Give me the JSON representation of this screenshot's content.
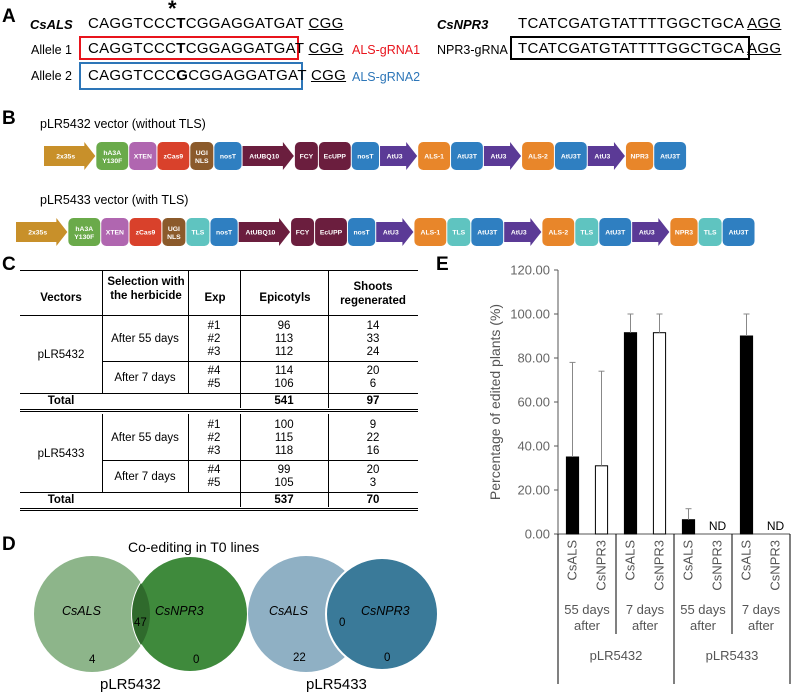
{
  "panels": {
    "A": "A",
    "B": "B",
    "C": "C",
    "D": "D",
    "E": "E"
  },
  "panelA": {
    "asterisk": "*",
    "csals_label": "CsALS",
    "csals_seq_pre": "CAGGTCCC",
    "csals_seq_bold": "T",
    "csals_seq_post": "CGGAGGATGAT",
    "csals_pam": "CGG",
    "allele1_label": "Allele 1",
    "allele1_pre": "CAGGTCCC",
    "allele1_bold": "T",
    "allele1_post": "CGGAGGATGAT",
    "allele1_pam": "CGG",
    "allele1_grna": "ALS-gRNA1",
    "allele2_label": "Allele 2",
    "allele2_pre": "CAGGTCCC",
    "allele2_bold": "G",
    "allele2_post": "CGGAGGATGAT",
    "allele2_pam": "CGG",
    "allele2_grna": "ALS-gRNA2",
    "csnpr3_label": "CsNPR3",
    "csnpr3_seq": "TCATCGATGTATTTTGGCTGCA",
    "csnpr3_pam": "AGG",
    "npr3_grna_label": "NPR3-gRNA",
    "npr3_grna_seq": "TCATCGATGTATTTTGGCTGCA",
    "npr3_grna_pam": "AGG",
    "colors": {
      "grna1": "#e8141c",
      "grna2": "#2d76b8",
      "asterisk": "#e8141c"
    }
  },
  "panelB": {
    "vector1_title": "pLR5432 vector (without TLS)",
    "vector2_title": "pLR5433 vector (with TLS)",
    "vector1_parts": [
      {
        "label": "2x35s",
        "kind": "promoter",
        "color": "#c8902a"
      },
      {
        "label": "hA3A Y130F",
        "kind": "box",
        "color": "#6aaa4a"
      },
      {
        "label": "XTEN",
        "kind": "box",
        "color": "#b066b0"
      },
      {
        "label": "zCas9",
        "kind": "box",
        "color": "#d9412b"
      },
      {
        "label": "UGI NLS",
        "kind": "box",
        "color": "#8b5a2b"
      },
      {
        "label": "nosT",
        "kind": "box",
        "color": "#2f7fc1"
      },
      {
        "label": "AtUBQ10",
        "kind": "promoter",
        "color": "#6b1e3e"
      },
      {
        "label": "FCY",
        "kind": "box",
        "color": "#6b1e3e"
      },
      {
        "label": "EcUPP",
        "kind": "box",
        "color": "#6b1e3e"
      },
      {
        "label": "nosT",
        "kind": "box",
        "color": "#2f7fc1"
      },
      {
        "label": "AtU3",
        "kind": "promoter",
        "color": "#5b3a96"
      },
      {
        "label": "ALS-1",
        "kind": "box",
        "color": "#e8862a"
      },
      {
        "label": "AtU3T",
        "kind": "box",
        "color": "#2f7fc1"
      },
      {
        "label": "AtU3",
        "kind": "promoter",
        "color": "#5b3a96"
      },
      {
        "label": "ALS-2",
        "kind": "box",
        "color": "#e8862a"
      },
      {
        "label": "AtU3T",
        "kind": "box",
        "color": "#2f7fc1"
      },
      {
        "label": "AtU3",
        "kind": "promoter",
        "color": "#5b3a96"
      },
      {
        "label": "NPR3",
        "kind": "box",
        "color": "#e8862a"
      },
      {
        "label": "AtU3T",
        "kind": "box",
        "color": "#2f7fc1"
      }
    ],
    "vector2_parts": [
      {
        "label": "2x35s",
        "kind": "promoter",
        "color": "#c8902a"
      },
      {
        "label": "hA3A Y130F",
        "kind": "box",
        "color": "#6aaa4a"
      },
      {
        "label": "XTEN",
        "kind": "box",
        "color": "#b066b0"
      },
      {
        "label": "zCas9",
        "kind": "box",
        "color": "#d9412b"
      },
      {
        "label": "UGI NLS",
        "kind": "box",
        "color": "#8b5a2b"
      },
      {
        "label": "TLS",
        "kind": "box",
        "color": "#5fc4c0"
      },
      {
        "label": "nosT",
        "kind": "box",
        "color": "#2f7fc1"
      },
      {
        "label": "AtUBQ10",
        "kind": "promoter",
        "color": "#6b1e3e"
      },
      {
        "label": "FCY",
        "kind": "box",
        "color": "#6b1e3e"
      },
      {
        "label": "EcUPP",
        "kind": "box",
        "color": "#6b1e3e"
      },
      {
        "label": "nosT",
        "kind": "box",
        "color": "#2f7fc1"
      },
      {
        "label": "AtU3",
        "kind": "promoter",
        "color": "#5b3a96"
      },
      {
        "label": "ALS-1",
        "kind": "box",
        "color": "#e8862a"
      },
      {
        "label": "TLS",
        "kind": "box",
        "color": "#5fc4c0"
      },
      {
        "label": "AtU3T",
        "kind": "box",
        "color": "#2f7fc1"
      },
      {
        "label": "AtU3",
        "kind": "promoter",
        "color": "#5b3a96"
      },
      {
        "label": "ALS-2",
        "kind": "box",
        "color": "#e8862a"
      },
      {
        "label": "TLS",
        "kind": "box",
        "color": "#5fc4c0"
      },
      {
        "label": "AtU3T",
        "kind": "box",
        "color": "#2f7fc1"
      },
      {
        "label": "AtU3",
        "kind": "promoter",
        "color": "#5b3a96"
      },
      {
        "label": "NPR3",
        "kind": "box",
        "color": "#e8862a"
      },
      {
        "label": "TLS",
        "kind": "box",
        "color": "#5fc4c0"
      },
      {
        "label": "AtU3T",
        "kind": "box",
        "color": "#2f7fc1"
      }
    ]
  },
  "panelC": {
    "headers": {
      "vectors": "Vectors",
      "selection": "Selection with the herbicide",
      "exp": "Exp",
      "epicotyls": "Epicotyls",
      "shoots": "Shoots regenerated"
    },
    "groups": [
      {
        "vector": "pLR5432",
        "blocks": [
          {
            "selection": "After 55 days",
            "rows": [
              {
                "exp": "#1",
                "epi": "96",
                "shoots": "14"
              },
              {
                "exp": "#2",
                "epi": "113",
                "shoots": "33"
              },
              {
                "exp": "#3",
                "epi": "112",
                "shoots": "24"
              }
            ]
          },
          {
            "selection": "After 7 days",
            "rows": [
              {
                "exp": "#4",
                "epi": "114",
                "shoots": "20"
              },
              {
                "exp": "#5",
                "epi": "106",
                "shoots": "6"
              }
            ]
          }
        ],
        "total_label": "Total",
        "total_epi": "541",
        "total_shoots": "97"
      },
      {
        "vector": "pLR5433",
        "blocks": [
          {
            "selection": "After 55 days",
            "rows": [
              {
                "exp": "#1",
                "epi": "100",
                "shoots": "9"
              },
              {
                "exp": "#2",
                "epi": "115",
                "shoots": "22"
              },
              {
                "exp": "#3",
                "epi": "118",
                "shoots": "16"
              }
            ]
          },
          {
            "selection": "After 7 days",
            "rows": [
              {
                "exp": "#4",
                "epi": "99",
                "shoots": "20"
              },
              {
                "exp": "#5",
                "epi": "105",
                "shoots": "3"
              }
            ]
          }
        ],
        "total_label": "Total",
        "total_epi": "537",
        "total_shoots": "70"
      }
    ]
  },
  "panelD": {
    "title": "Co-editing in T0 lines",
    "venn1": {
      "left_label": "CsALS",
      "right_label": "CsNPR3",
      "left_only": "4",
      "overlap": "47",
      "right_only": "0",
      "caption": "pLR5432",
      "left_color": "#8db58a",
      "right_color": "#3f8a3c"
    },
    "venn2": {
      "left_label": "CsALS",
      "right_label": "CsNPR3",
      "left_only": "22",
      "overlap": "0",
      "right_only": "0",
      "caption": "pLR5433",
      "left_color": "#8fb0c4",
      "right_color": "#3a7a99"
    }
  },
  "chart_data": {
    "type": "bar",
    "ylabel": "Percentage of edited plants (%)",
    "ylim": [
      0,
      120
    ],
    "yticks": [
      "0.00",
      "20.00",
      "40.00",
      "60.00",
      "80.00",
      "100.00",
      "120.00"
    ],
    "categories": [
      "CsALS",
      "CsNPR3",
      "CsALS",
      "CsNPR3",
      "CsALS",
      "CsNPR3",
      "CsALS",
      "CsNPR3"
    ],
    "values": [
      35,
      31,
      91.5,
      91.5,
      6.5,
      null,
      90,
      null
    ],
    "errors": [
      43,
      43,
      8.5,
      8.5,
      5,
      null,
      10,
      null
    ],
    "fills": [
      "#000000",
      "#ffffff",
      "#000000",
      "#ffffff",
      "#000000",
      "#ffffff",
      "#000000",
      "#ffffff"
    ],
    "value_labels": [
      "",
      "",
      "",
      "",
      "",
      "ND",
      "",
      "ND"
    ],
    "groups": [
      {
        "label_line1": "55 days",
        "label_line2": "after"
      },
      {
        "label_line1": "7 days",
        "label_line2": "after"
      },
      {
        "label_line1": "55 days",
        "label_line2": "after"
      },
      {
        "label_line1": "7 days",
        "label_line2": "after"
      }
    ],
    "vectors": [
      "pLR5432",
      "pLR5433"
    ]
  }
}
